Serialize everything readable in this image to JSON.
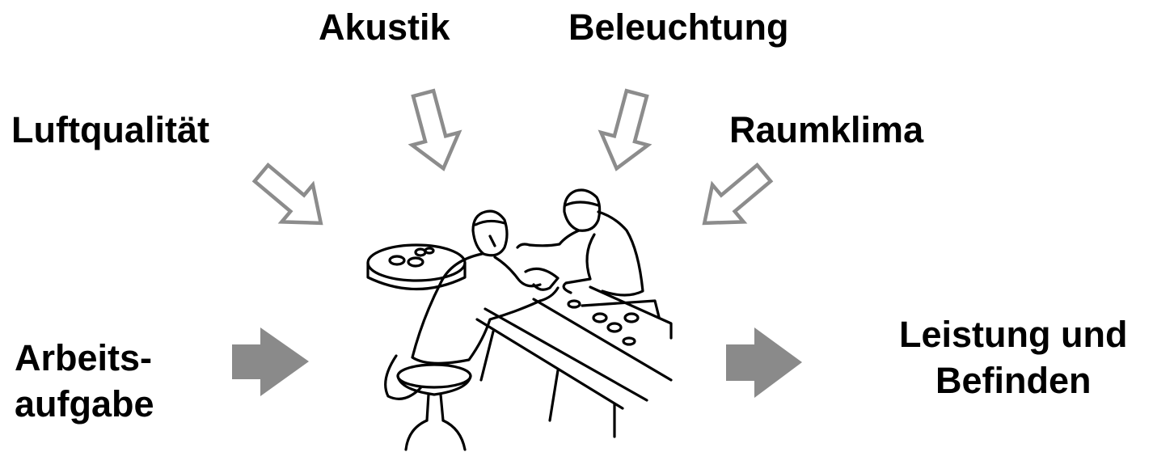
{
  "factors": {
    "akustik": "Akustik",
    "beleuchtung": "Beleuchtung",
    "luftqualitaet": "Luftqualität",
    "raumklima": "Raumklima"
  },
  "input": {
    "line1": "Arbeits-",
    "line2": "aufgabe"
  },
  "output": {
    "line1": "Leistung und",
    "line2": "Befinden"
  },
  "colors": {
    "outline_arrow": "#8c8c8c",
    "solid_arrow": "#8a8a8a",
    "text": "#000000"
  },
  "icons": {
    "illustration": "workers-at-assembly-line-illustration"
  }
}
